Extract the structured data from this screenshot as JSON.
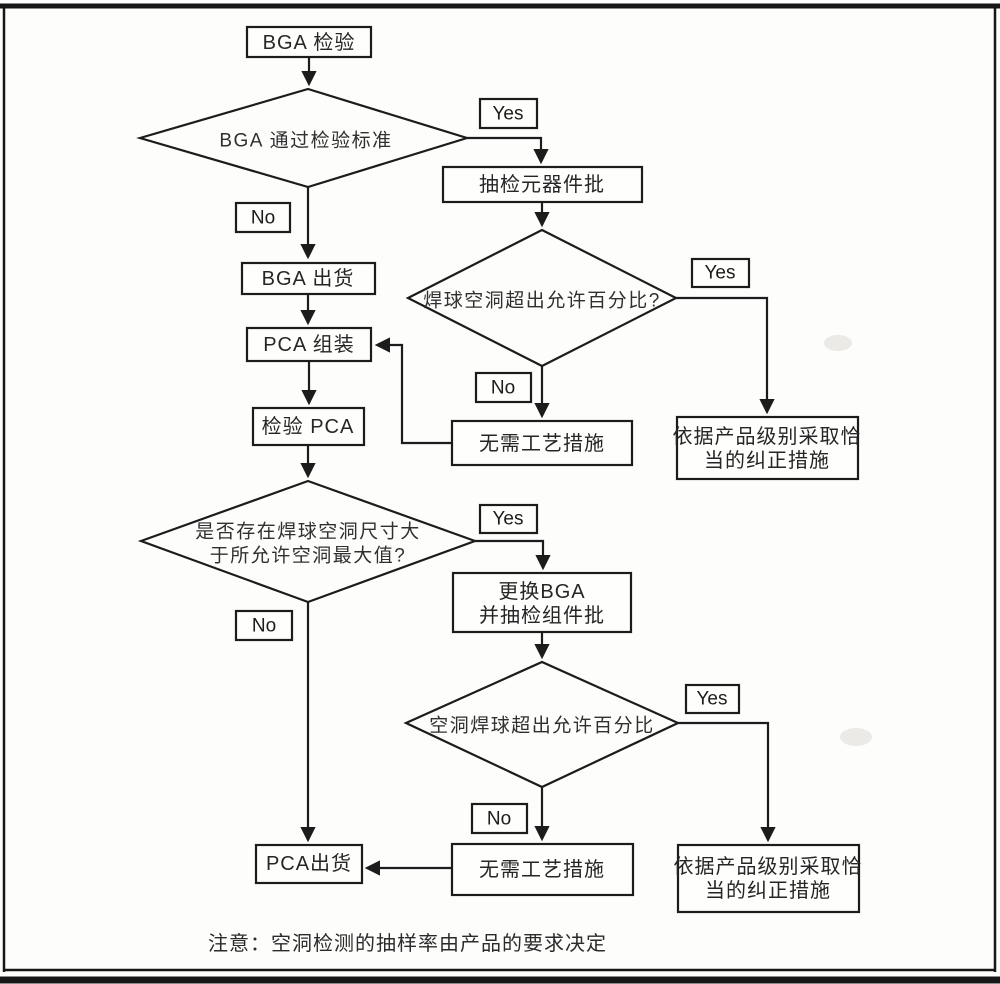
{
  "flowchart": {
    "start": "BGA 检验",
    "decision1": "BGA 通过检验标准",
    "sample_component_lot": "抽检元器件批",
    "bga_ship": "BGA 出货",
    "decision2": "焊球空洞超出允许百分比?",
    "pca_assembly": "PCA 组装",
    "inspect_pca": "检验 PCA",
    "no_process_action_1": "无需工艺措施",
    "corrective_action_1": {
      "line1": "依据产品级别采取恰",
      "line2": "当的纠正措施"
    },
    "decision3": {
      "line1": "是否存在焊球空洞尺寸大",
      "line2": "于所允许空洞最大值?"
    },
    "replace_bga": {
      "line1": "更换BGA",
      "line2": "并抽检组件批"
    },
    "decision4": "空洞焊球超出允许百分比",
    "no_process_action_2": "无需工艺措施",
    "pca_ship": "PCA出货",
    "corrective_action_2": {
      "line1": "依据产品级别采取恰",
      "line2": "当的纠正措施"
    },
    "branch_labels": {
      "yes1": "Yes",
      "no1": "No",
      "yes2": "Yes",
      "no2": "No",
      "yes3": "Yes",
      "no3": "No",
      "yes4": "Yes",
      "no4": "No"
    },
    "note": "注意：空洞检测的抽样率由产品的要求决定",
    "colors": {
      "line": "#1c1c1c",
      "background": "#fdfdfc"
    }
  }
}
